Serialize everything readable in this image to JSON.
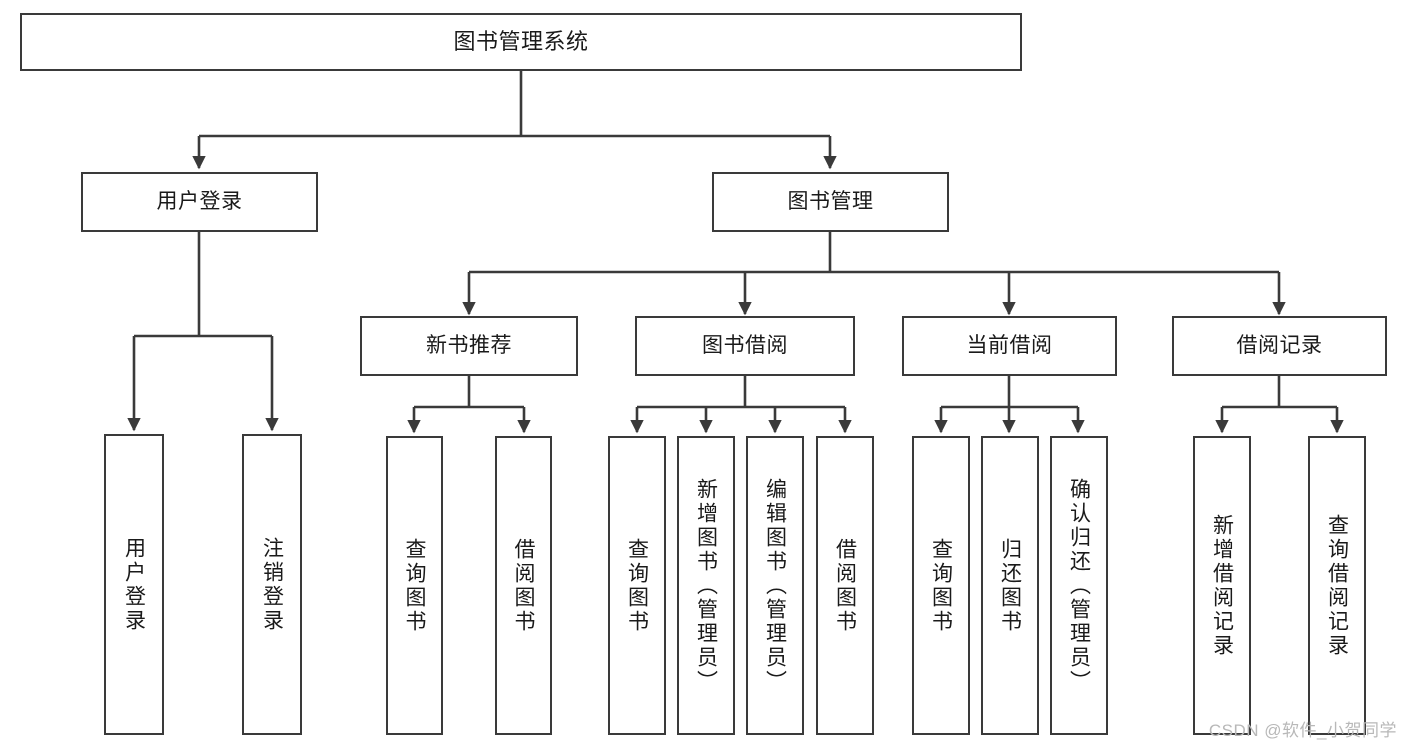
{
  "diagram": {
    "title": "图书管理系统",
    "type": "tree-hierarchy-diagram",
    "colors": {
      "box_border": "#3a3a3a",
      "box_fill": "#ffffff",
      "edge": "#3a3a3a",
      "text": "#1a1a1a",
      "background": "#ffffff",
      "watermark": "#b8b8b8"
    },
    "root": {
      "label": "图书管理系统"
    },
    "level1": [
      {
        "label": "用户登录"
      },
      {
        "label": "图书管理"
      }
    ],
    "level2": [
      {
        "label": "新书推荐"
      },
      {
        "label": "图书借阅"
      },
      {
        "label": "当前借阅"
      },
      {
        "label": "借阅记录"
      }
    ],
    "leaves": {
      "user_login": [
        {
          "label": "用户登录"
        },
        {
          "label": "注销登录"
        }
      ],
      "new_book_recommend": [
        {
          "label": "查询图书"
        },
        {
          "label": "借阅图书"
        }
      ],
      "book_borrow": [
        {
          "label": "查询图书"
        },
        {
          "label": "新增图书（管理员）"
        },
        {
          "label": "编辑图书（管理员）"
        },
        {
          "label": "借阅图书"
        }
      ],
      "current_borrow": [
        {
          "label": "查询图书"
        },
        {
          "label": "归还图书"
        },
        {
          "label": "确认归还（管理员）"
        }
      ],
      "borrow_record": [
        {
          "label": "新增借阅记录"
        },
        {
          "label": "查询借阅记录"
        }
      ]
    },
    "watermark": "CSDN @软件_小贺同学"
  }
}
